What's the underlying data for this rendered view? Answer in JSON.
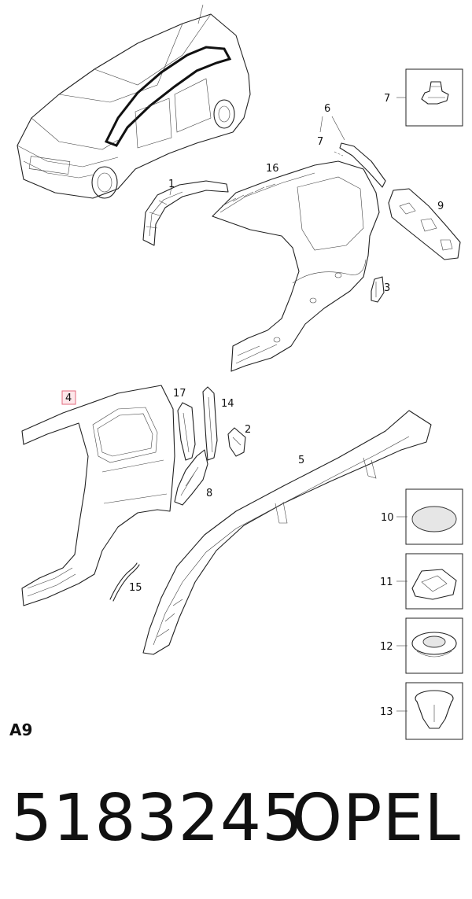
{
  "diagram": {
    "callouts": {
      "c1": "1",
      "c2": "2",
      "c3": "3",
      "c4": "4",
      "c5": "5",
      "c6": "6",
      "c7a": "7",
      "c7b": "7",
      "c8": "8",
      "c9": "9",
      "c10": "10",
      "c11": "11",
      "c12": "12",
      "c13": "13",
      "c14": "14",
      "c15": "15",
      "c16": "16",
      "c17": "17"
    },
    "highlighted_part": "4",
    "section_code": "A9"
  },
  "footer": {
    "part_number": "5183245",
    "brand": "OPEL"
  }
}
